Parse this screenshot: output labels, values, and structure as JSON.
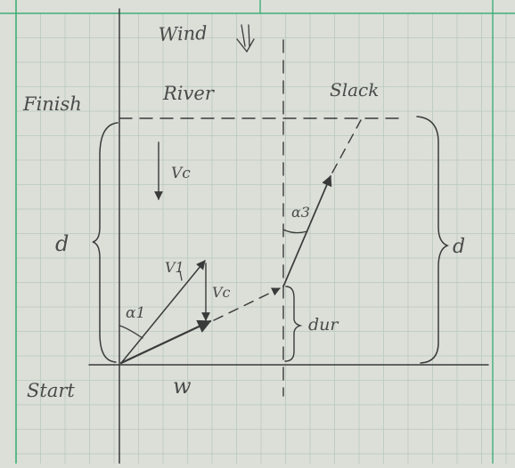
{
  "diagram": {
    "labels": {
      "wind": "Wind",
      "finish": "Finish",
      "river": "River",
      "slack": "Slack",
      "start": "Start",
      "w": "w",
      "vc_top": "Vc",
      "v1": "V1",
      "vc_small": "Vc",
      "alpha1": "α1",
      "alpha3": "α3",
      "d_left": "d",
      "d_right": "d",
      "dur": "dur"
    }
  },
  "colors": {
    "paper": "#dcdfd8",
    "grid": "#b9c8bd",
    "grid_strong": "#3fae78",
    "ink": "#3a3a3a"
  }
}
